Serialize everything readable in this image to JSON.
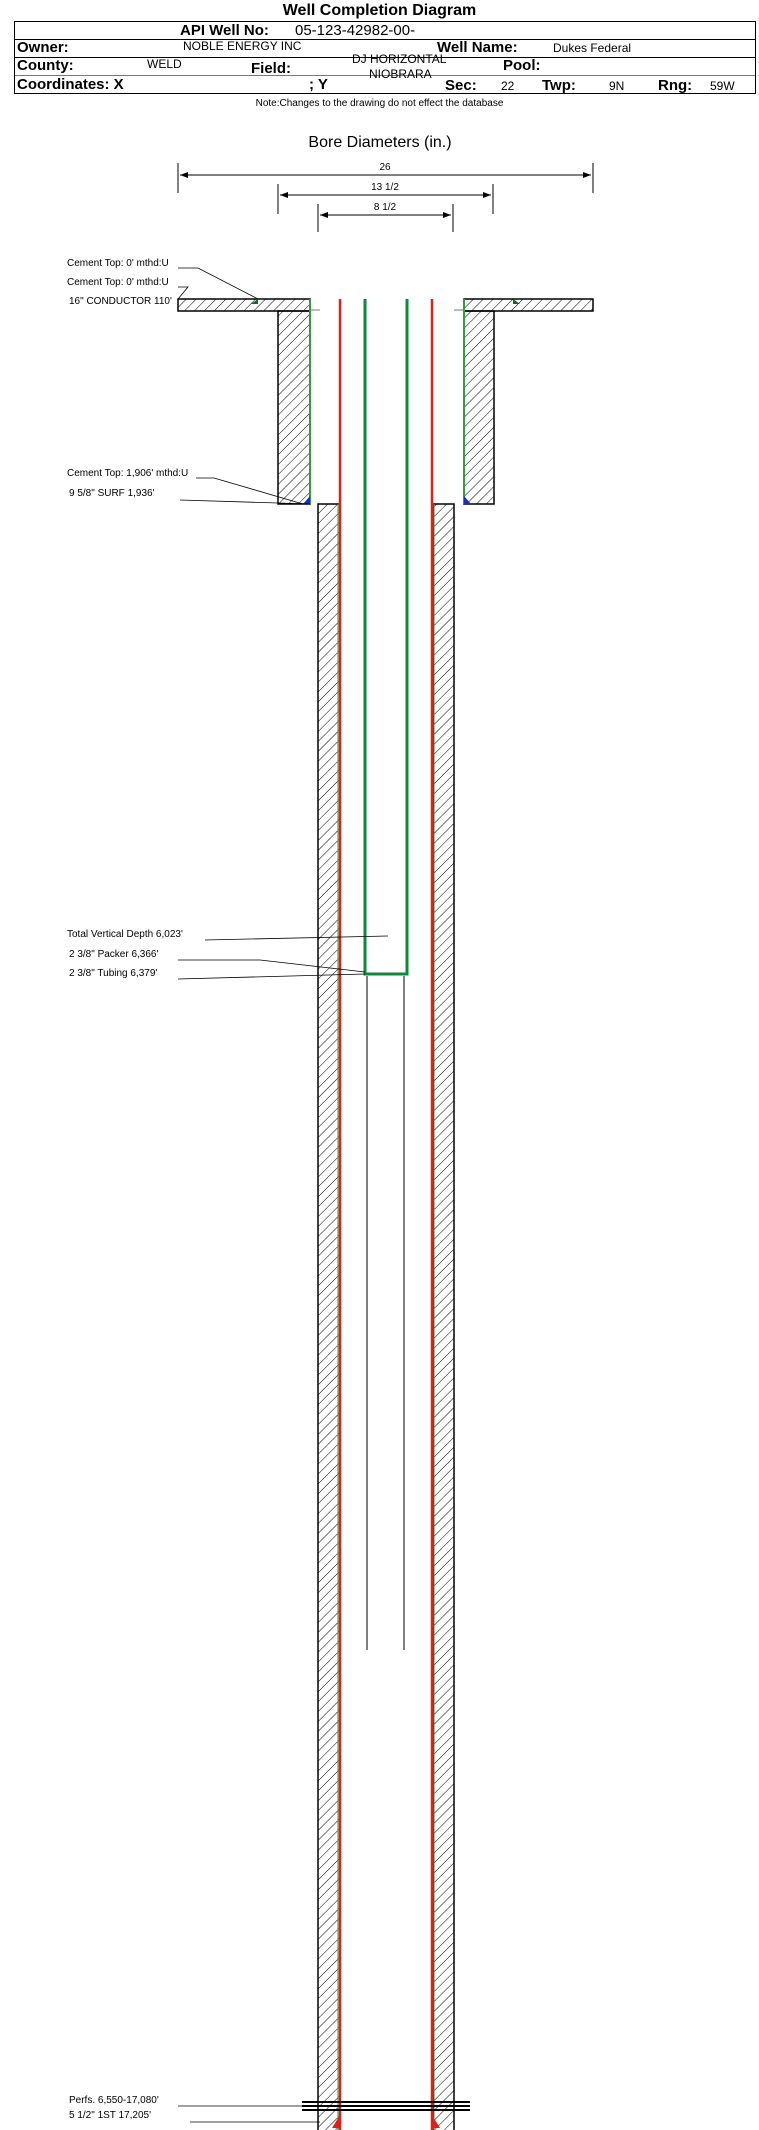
{
  "title": "Well Completion Diagram",
  "header": {
    "api_label": "API Well No:",
    "api_value": "05-123-42982-00-",
    "owner_label": "Owner:",
    "owner_value": "NOBLE ENERGY INC",
    "well_name_label": "Well Name:",
    "well_name_value": "Dukes Federal",
    "county_label": "County:",
    "county_value": "WELD",
    "field_label": "Field:",
    "field_value_1": "DJ HORIZONTAL",
    "field_value_2": "NIOBRARA",
    "pool_label": "Pool:",
    "coord_x_label": "Coordinates: X",
    "coord_y_label": "; Y",
    "sec_label": "Sec:",
    "sec_value": "22",
    "twp_label": "Twp:",
    "twp_value": "9N",
    "rng_label": "Rng:",
    "rng_value": "59W"
  },
  "note": "Note:Changes to the drawing do not effect the database",
  "bore": {
    "title": "Bore Diameters (in.)",
    "d1": "26",
    "d2": "13 1/2",
    "d3": "8 1/2"
  },
  "labels": {
    "cement1": "Cement Top: 0' mthd:U",
    "cement2": "Cement Top: 0' mthd:U",
    "conductor": "16\" CONDUCTOR  110'",
    "cement3": "Cement Top: 1,906' mthd:U",
    "surf": "9 5/8\" SURF       1,936'",
    "tvd": "Total Vertical Depth 6,023'",
    "packer": "2 3/8\" Packer 6,366'",
    "tubing": "2 3/8\" Tubing 6,379'",
    "perfs": "Perfs. 6,550-17,080'",
    "prod": "5 1/2\" 1ST      17,205'"
  },
  "colors": {
    "casing": "#2e9e3e",
    "tubing": "#0a8a3a",
    "production": "#e0201a",
    "cement": "#1a2ad0"
  }
}
